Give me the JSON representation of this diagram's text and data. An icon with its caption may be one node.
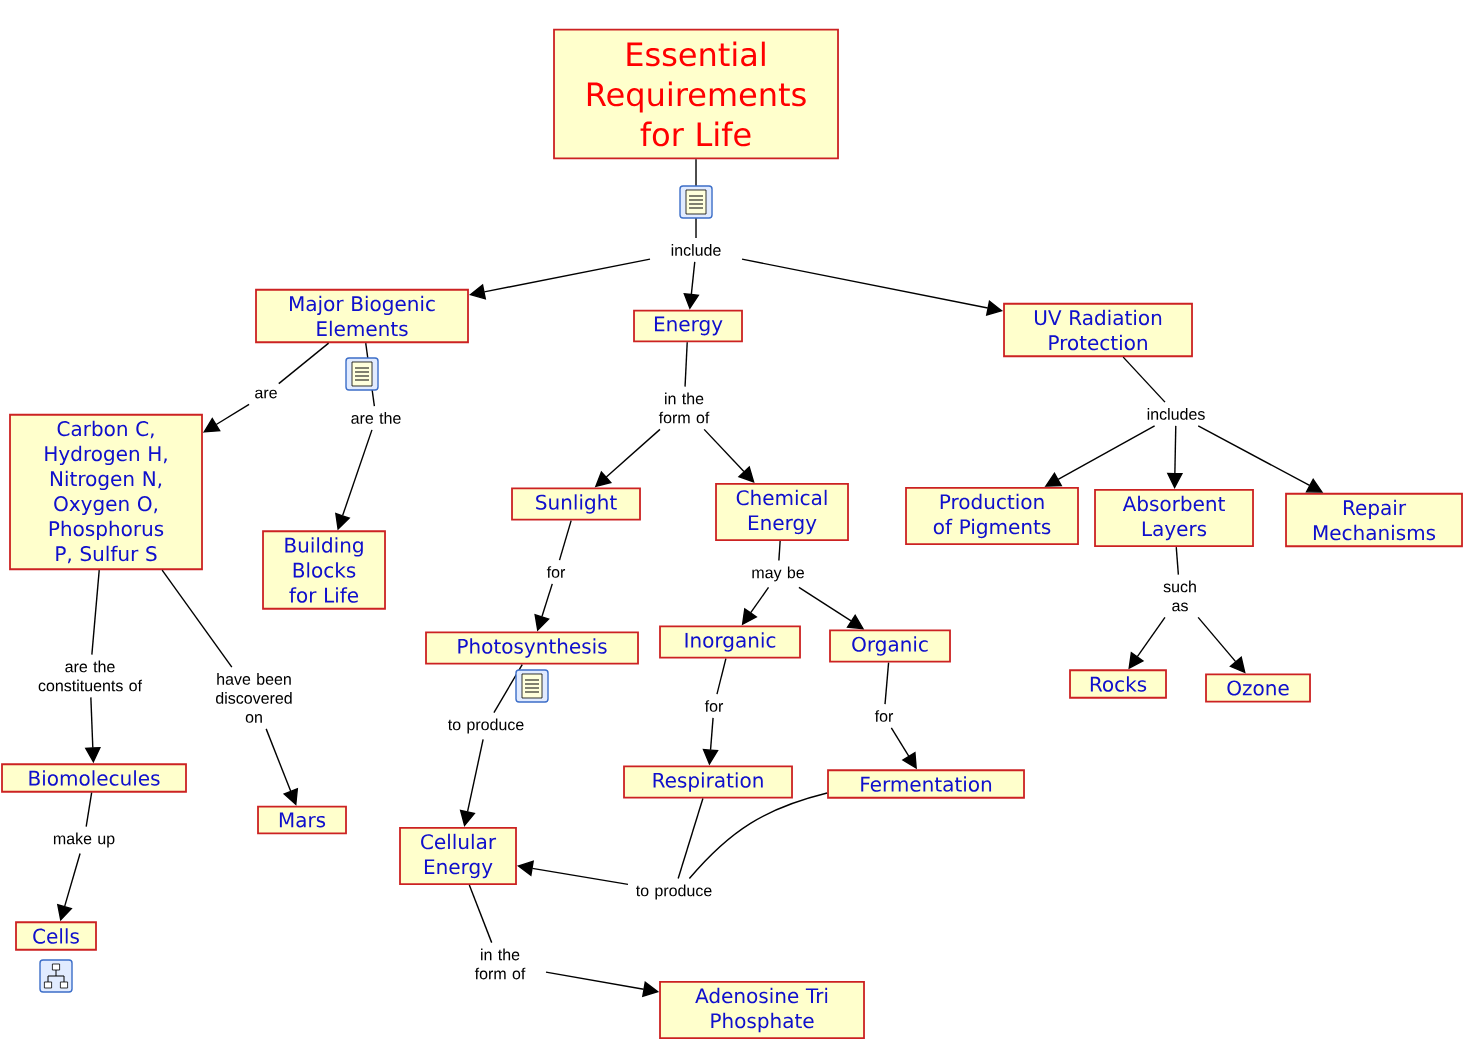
{
  "diagram": {
    "nodes": [
      {
        "text": [
          "Essential Requirements for Life"
        ]
      },
      {
        "text": [
          "include"
        ]
      },
      {
        "text": [
          "Major Biogenic Elements"
        ]
      },
      {
        "text": [
          "Energy"
        ]
      },
      {
        "text": [
          "UV Radiation Protection"
        ]
      },
      {
        "text": [
          "are"
        ]
      },
      {
        "text": [
          "are the"
        ]
      },
      {
        "text": [
          "in the form of"
        ]
      },
      {
        "text": [
          "includes"
        ]
      },
      {
        "text": [
          "Carbon C, Hydrogen H, Nitrogen N, Oxygen O, Phosphorus P, Sulfur S"
        ]
      },
      {
        "text": [
          "Building Blocks for Life"
        ]
      },
      {
        "text": [
          "Sunlight"
        ]
      },
      {
        "text": [
          "Chemical Energy"
        ]
      },
      {
        "text": [
          "Production of Pigments"
        ]
      },
      {
        "text": [
          "Absorbent Layers"
        ]
      },
      {
        "text": [
          "Repair Mechanisms"
        ]
      },
      {
        "text": [
          "for"
        ]
      },
      {
        "text": [
          "may be"
        ]
      },
      {
        "text": [
          "such as"
        ]
      },
      {
        "text": [
          "are the constituents of"
        ]
      },
      {
        "text": [
          "have been discovered on"
        ]
      },
      {
        "text": [
          "Photosynthesis"
        ]
      },
      {
        "text": [
          "Inorganic"
        ]
      },
      {
        "text": [
          "Organic"
        ]
      },
      {
        "text": [
          "Rocks"
        ]
      },
      {
        "text": [
          "Ozone"
        ]
      },
      {
        "text": [
          "to produce"
        ]
      },
      {
        "text": [
          "for"
        ]
      },
      {
        "text": [
          "for"
        ]
      },
      {
        "text": [
          "Biomolecules"
        ]
      },
      {
        "text": [
          "Mars"
        ]
      },
      {
        "text": [
          "Respiration"
        ]
      },
      {
        "text": [
          "Fermentation"
        ]
      },
      {
        "text": [
          "make up"
        ]
      },
      {
        "text": [
          "Cellular Energy"
        ]
      },
      {
        "text": [
          "to produce"
        ]
      },
      {
        "text": [
          "Cells"
        ]
      },
      {
        "text": [
          "in the form of"
        ]
      },
      {
        "text": [
          "Adenosine Tri Phosphate"
        ]
      }
    ],
    "edges": [
      {
        "from": 0,
        "to": 1,
        "arrow": "none"
      },
      {
        "from": 1,
        "to": 2,
        "arrow": "to"
      },
      {
        "from": 1,
        "to": 3,
        "arrow": "to"
      },
      {
        "from": 1,
        "to": 4,
        "arrow": "to"
      },
      {
        "from": 2,
        "to": 5,
        "arrow": "none"
      },
      {
        "from": 5,
        "to": 9,
        "arrow": "to"
      },
      {
        "from": 2,
        "to": 6,
        "arrow": "none"
      },
      {
        "from": 6,
        "to": 10,
        "arrow": "to"
      },
      {
        "from": 3,
        "to": 7,
        "arrow": "none"
      },
      {
        "from": 7,
        "to": 11,
        "arrow": "to"
      },
      {
        "from": 7,
        "to": 12,
        "arrow": "to"
      },
      {
        "from": 4,
        "to": 8,
        "arrow": "none"
      },
      {
        "from": 8,
        "to": 13,
        "arrow": "to"
      },
      {
        "from": 8,
        "to": 14,
        "arrow": "to"
      },
      {
        "from": 8,
        "to": 15,
        "arrow": "to"
      },
      {
        "from": 11,
        "to": 16,
        "arrow": "none"
      },
      {
        "from": 16,
        "to": 21,
        "arrow": "to"
      },
      {
        "from": 12,
        "to": 17,
        "arrow": "none"
      },
      {
        "from": 17,
        "to": 22,
        "arrow": "to"
      },
      {
        "from": 17,
        "to": 23,
        "arrow": "to"
      },
      {
        "from": 14,
        "to": 18,
        "arrow": "none"
      },
      {
        "from": 18,
        "to": 24,
        "arrow": "to"
      },
      {
        "from": 18,
        "to": 25,
        "arrow": "to"
      },
      {
        "from": 9,
        "to": 19,
        "arrow": "none"
      },
      {
        "from": 19,
        "to": 29,
        "arrow": "to"
      },
      {
        "from": 9,
        "to": 20,
        "arrow": "none"
      },
      {
        "from": 20,
        "to": 30,
        "arrow": "to"
      },
      {
        "from": 21,
        "to": 26,
        "arrow": "none"
      },
      {
        "from": 26,
        "to": 34,
        "arrow": "to"
      },
      {
        "from": 22,
        "to": 27,
        "arrow": "none"
      },
      {
        "from": 27,
        "to": 31,
        "arrow": "to"
      },
      {
        "from": 23,
        "to": 28,
        "arrow": "none"
      },
      {
        "from": 28,
        "to": 32,
        "arrow": "to"
      },
      {
        "from": 29,
        "to": 33,
        "arrow": "none"
      },
      {
        "from": 33,
        "to": 36,
        "arrow": "to"
      },
      {
        "from": 31,
        "to": 35,
        "arrow": "none"
      },
      {
        "from": 32,
        "to": 35,
        "arrow": "none"
      },
      {
        "from": 35,
        "to": 34,
        "arrow": "to"
      },
      {
        "from": 34,
        "to": 37,
        "arrow": "none"
      },
      {
        "from": 37,
        "to": 38,
        "arrow": "to"
      }
    ]
  }
}
